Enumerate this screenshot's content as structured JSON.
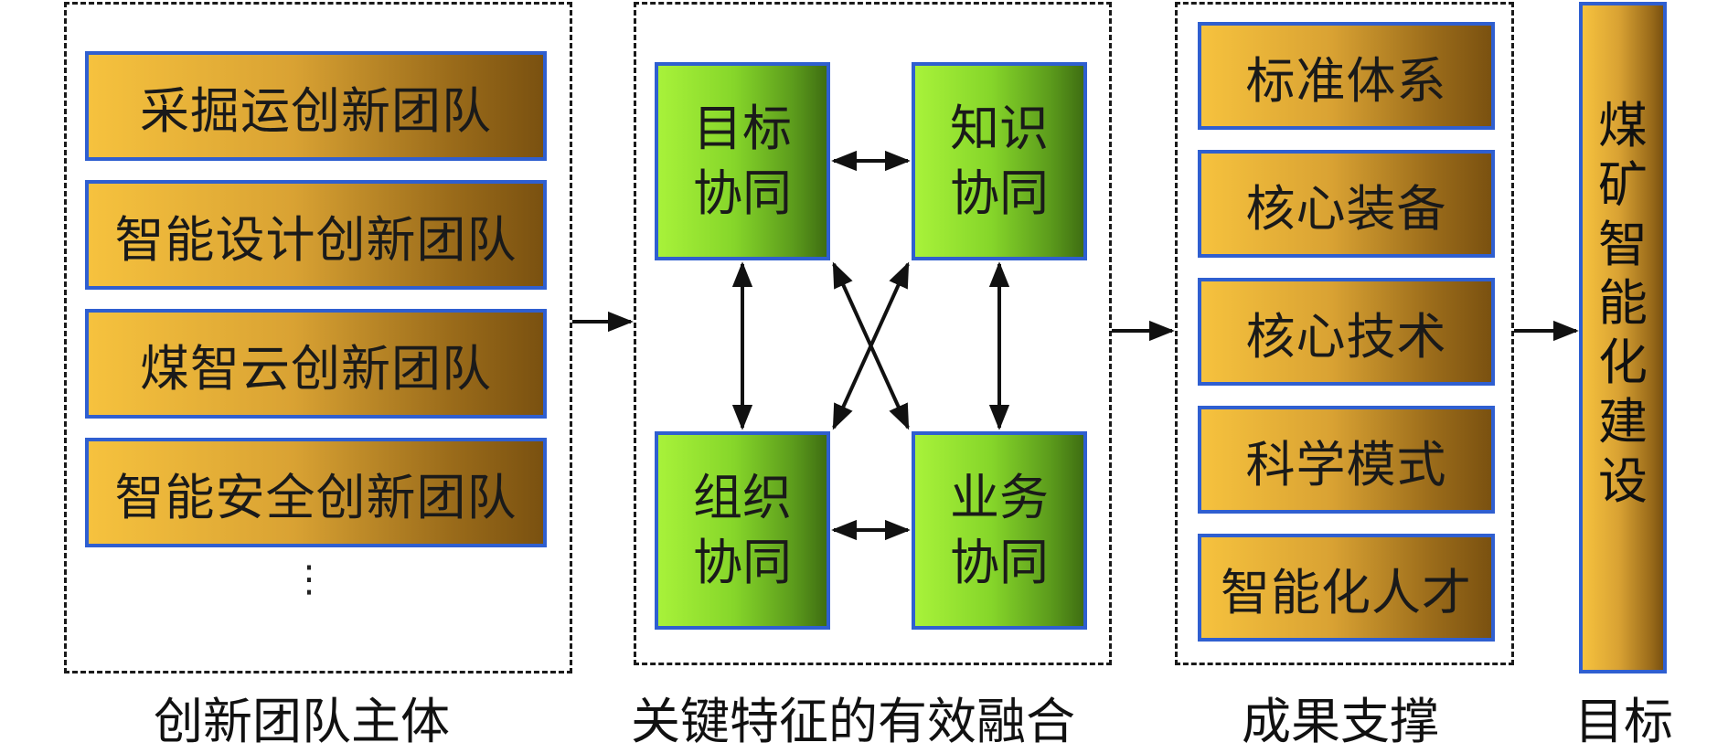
{
  "teams": {
    "items": [
      "采掘运创新团队",
      "智能设计创新团队",
      "煤智云创新团队",
      "智能安全创新团队"
    ],
    "ellipsis": "⋮",
    "caption": "创新团队主体"
  },
  "fusion": {
    "nodes": [
      {
        "line1": "目标",
        "line2": "协同"
      },
      {
        "line1": "知识",
        "line2": "协同"
      },
      {
        "line1": "组织",
        "line2": "协同"
      },
      {
        "line1": "业务",
        "line2": "协同"
      }
    ],
    "caption": "关键特征的有效融合"
  },
  "outcomes": {
    "items": [
      "标准体系",
      "核心装备",
      "核心技术",
      "科学模式",
      "智能化人才"
    ],
    "caption": "成果支撑"
  },
  "goal": {
    "text": "煤矿智能化建设",
    "caption": "目标"
  },
  "colors": {
    "gold_start": "#f6c23e",
    "gold_end": "#7a5110",
    "green_start": "#a8f23a",
    "green_end": "#3f6e12",
    "border_blue": "#2f5fd0"
  }
}
